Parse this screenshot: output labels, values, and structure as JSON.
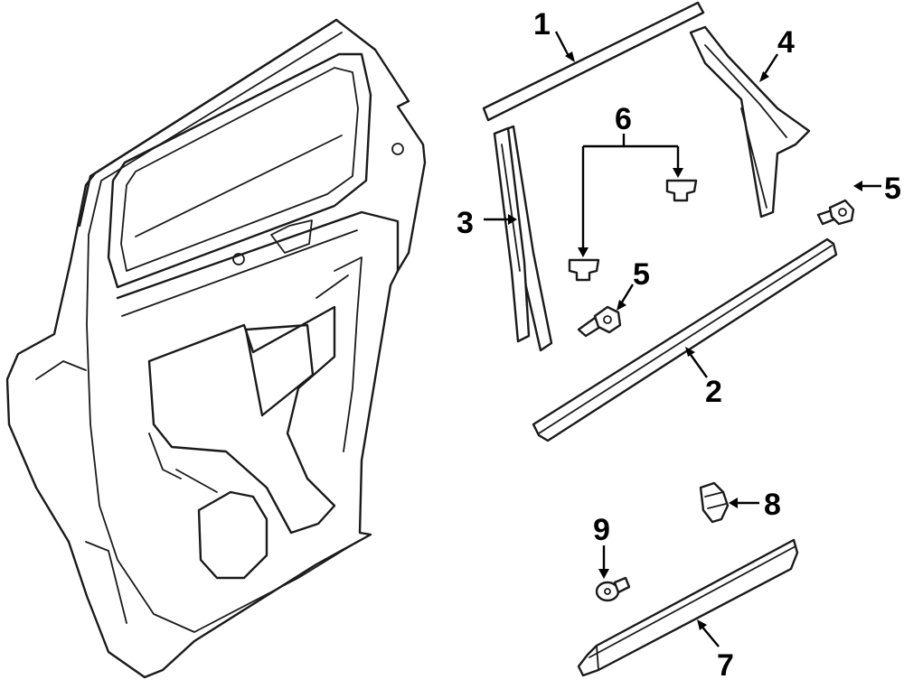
{
  "callouts": {
    "c1": "1",
    "c2": "2",
    "c3": "3",
    "c4": "4",
    "c5a": "5",
    "c5b": "5",
    "c6": "6",
    "c7": "7",
    "c8": "8",
    "c9": "9"
  },
  "colors": {
    "line": "#1a1a1a",
    "background": "#ffffff"
  }
}
